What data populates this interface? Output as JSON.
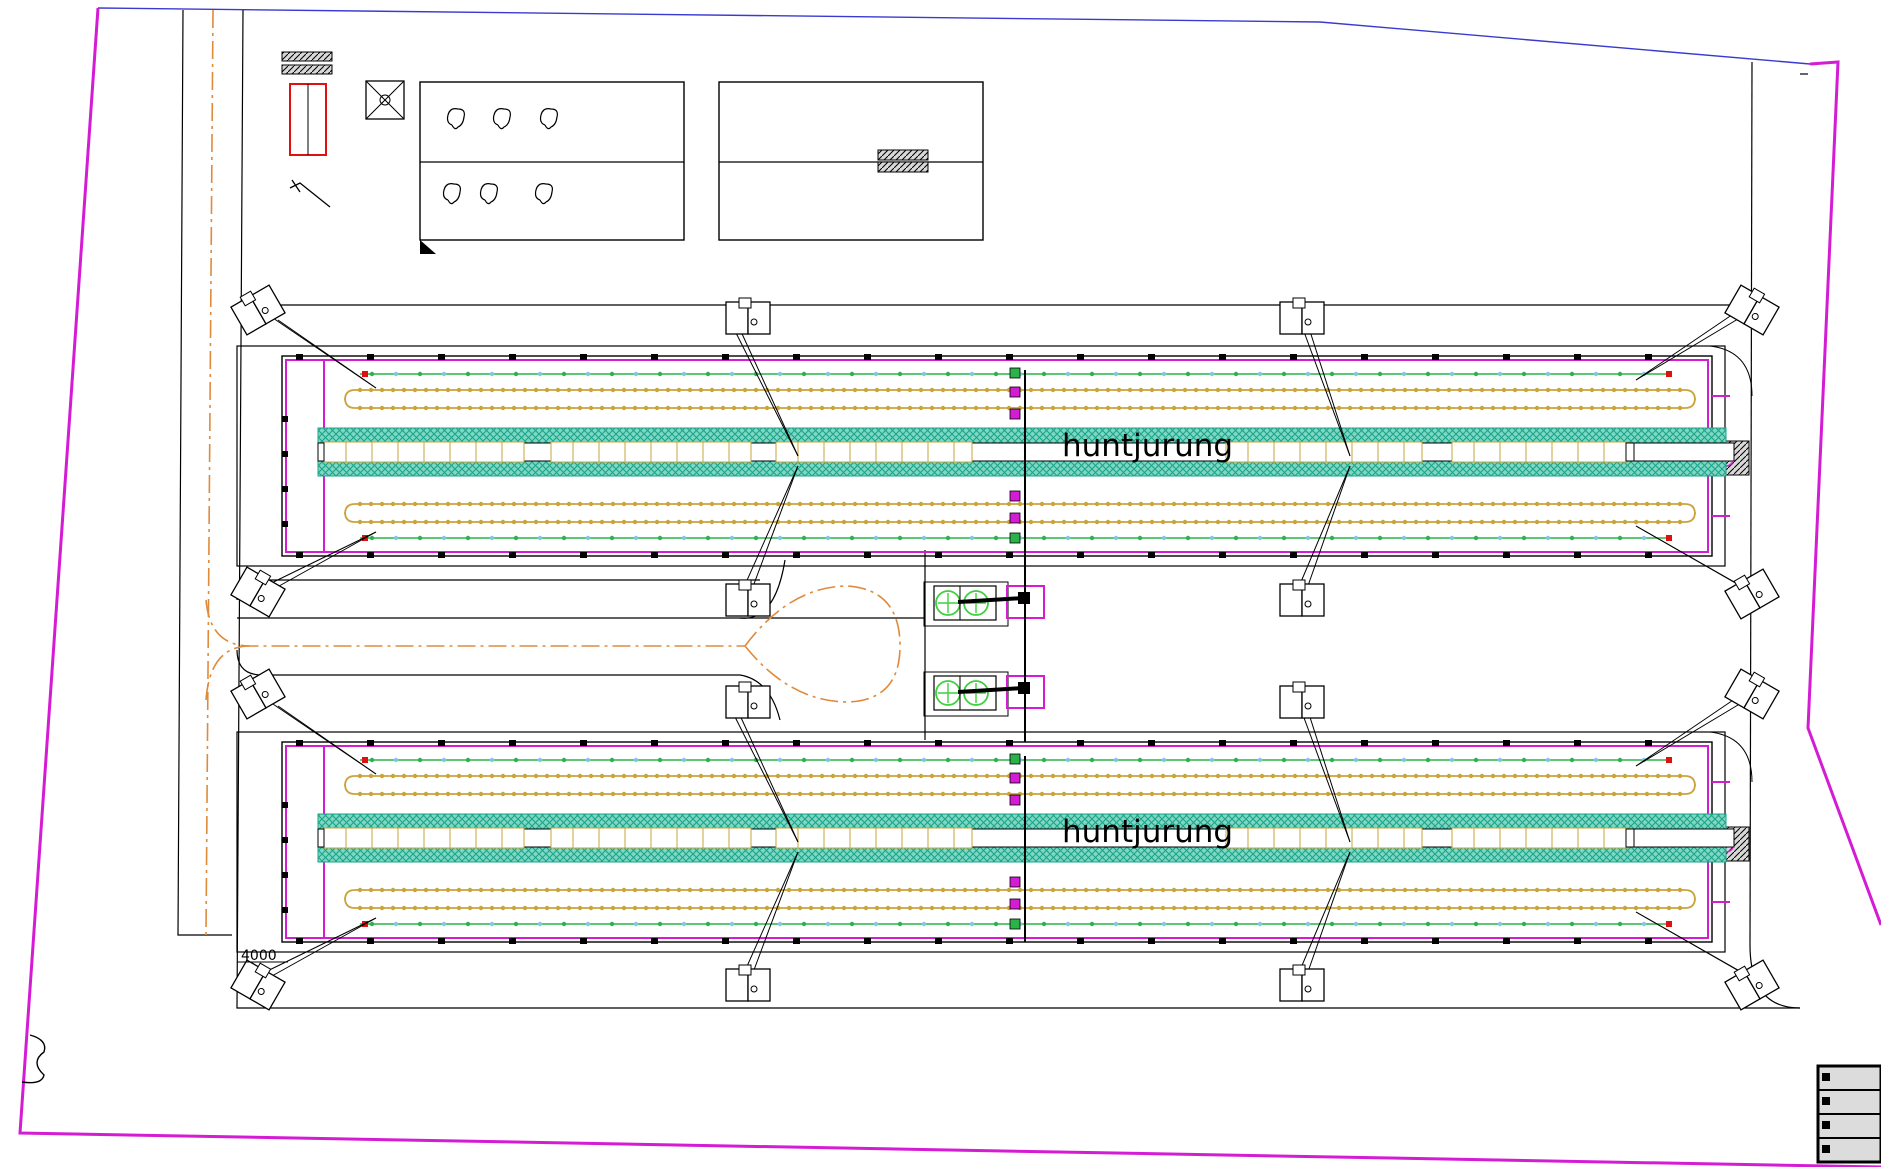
{
  "drawing": {
    "barn_labels": [
      "huntjurung",
      "huntjurung"
    ],
    "dimension_label": "4000",
    "colors": {
      "boundary": "#d41cd4",
      "boundary_top": "#3a3ad0",
      "linework": "#000000",
      "road_centerline": "#e08a3c",
      "hatch_fill": "#19a58a",
      "feed_line": "#c9a43a",
      "water_line": "#2bb34a",
      "equipment": "#3fcf3f",
      "marker_red": "#e01010"
    },
    "icons": [
      "fan-icon",
      "tree-icon",
      "silo-icon",
      "light-pole-icon",
      "gate-icon",
      "feed-tank-icon"
    ]
  }
}
